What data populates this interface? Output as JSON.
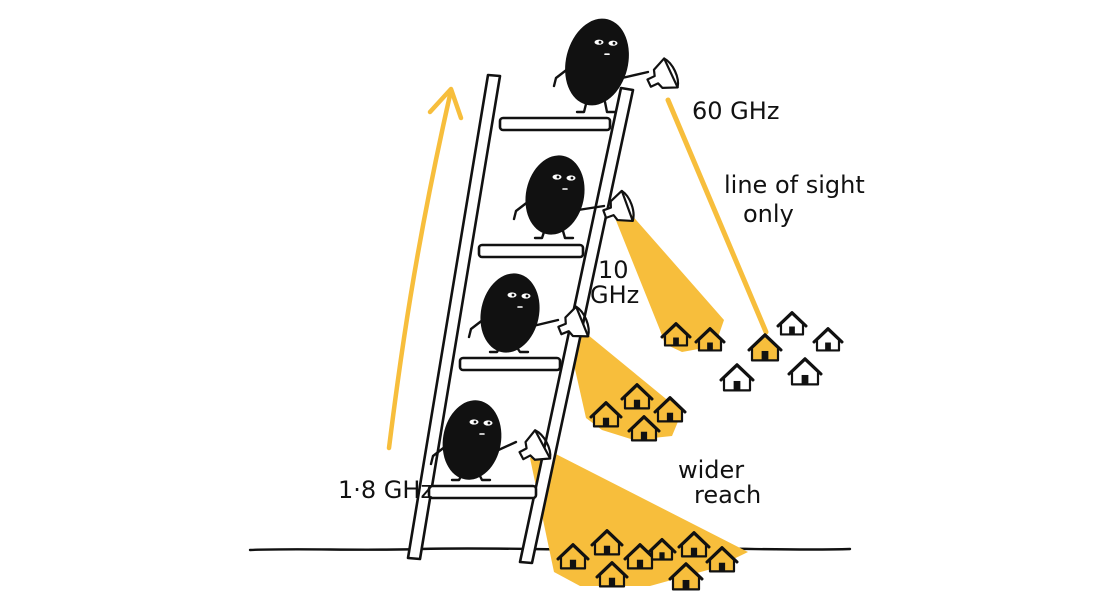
{
  "labels": {
    "freq_low": "1·8 GHz",
    "freq_mid_line1": "10",
    "freq_mid_line2": "GHz",
    "freq_high": "60 GHz",
    "note_high_line1": "line of sight",
    "note_high_line2": "only",
    "note_low_line1": "wider",
    "note_low_line2": "reach"
  },
  "colors": {
    "accent": "#F7BE3C",
    "ink": "#111111",
    "background": "#FFFFFF"
  },
  "icons": {
    "character": "bean-character-icon",
    "lamp": "flashlight-lamp-icon",
    "house": "house-icon",
    "arrow": "up-arrow-icon"
  }
}
